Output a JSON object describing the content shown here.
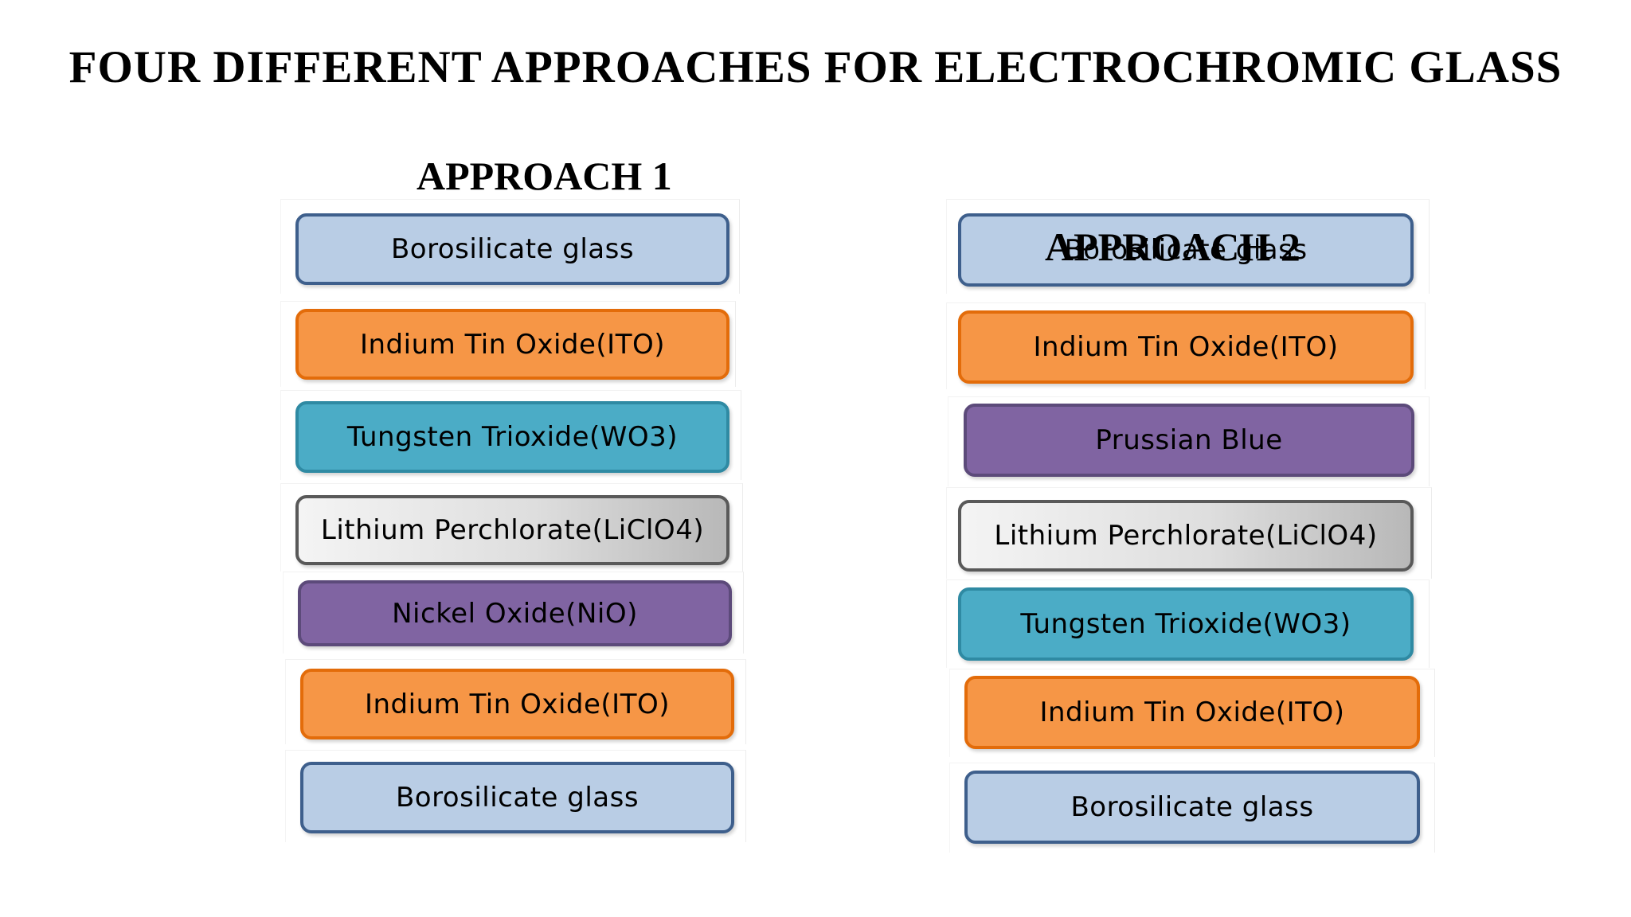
{
  "title": "FOUR DIFFERENT APPROACHES FOR ELECTROCHROMIC GLASS",
  "approach1": {
    "title": "APPROACH 1",
    "layers": [
      "Borosilicate glass",
      "Indium Tin Oxide(ITO)",
      "Tungsten Trioxide(WO3)",
      "Lithium Perchlorate(LiClO4)",
      "Nickel Oxide(NiO)",
      "Indium Tin Oxide(ITO)",
      "Borosilicate glass"
    ]
  },
  "approach2": {
    "title": "APPROACH 2",
    "layers": [
      "Borosilicate glass",
      "Indium Tin Oxide(ITO)",
      "Prussian Blue",
      "Lithium Perchlorate(LiClO4)",
      "Tungsten Trioxide(WO3)",
      "Indium Tin Oxide(ITO)",
      "Borosilicate glass"
    ]
  },
  "colors": {
    "glass": "#b9cde5",
    "ito": "#f69646",
    "wo3": "#4bacc6",
    "electrolyte": "#d9d9d9",
    "purple": "#8064a2"
  }
}
